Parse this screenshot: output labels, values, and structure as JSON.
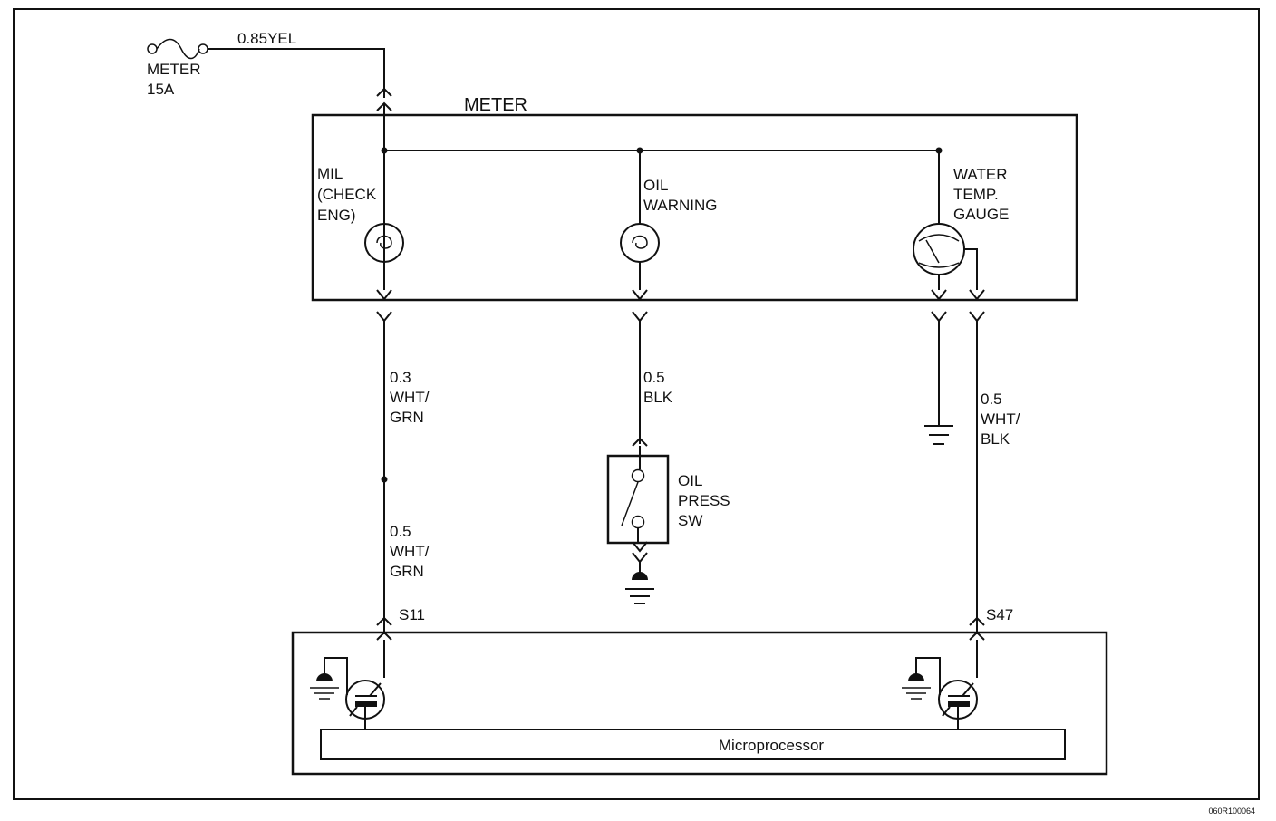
{
  "fuse": {
    "name": "METER",
    "rating": "15A",
    "wire": "0.85YEL"
  },
  "meter": {
    "title": "METER",
    "mil": [
      "MIL",
      "(CHECK",
      "ENG)"
    ],
    "oil_warning": [
      "OIL",
      "WARNING"
    ],
    "water_temp": [
      "WATER",
      "TEMP.",
      "GAUGE"
    ]
  },
  "wires": {
    "mil_upper": [
      "0.3",
      "WHT/",
      "GRN"
    ],
    "mil_lower": [
      "0.5",
      "WHT/",
      "GRN"
    ],
    "oil": [
      "0.5",
      "BLK"
    ],
    "water": [
      "0.5",
      "WHT/",
      "BLK"
    ]
  },
  "oil_switch": [
    "OIL",
    "PRESS",
    "SW"
  ],
  "ecm": {
    "pin_left": "S11",
    "pin_right": "S47",
    "processor": "Microprocessor"
  },
  "figure_id": "060R100064"
}
